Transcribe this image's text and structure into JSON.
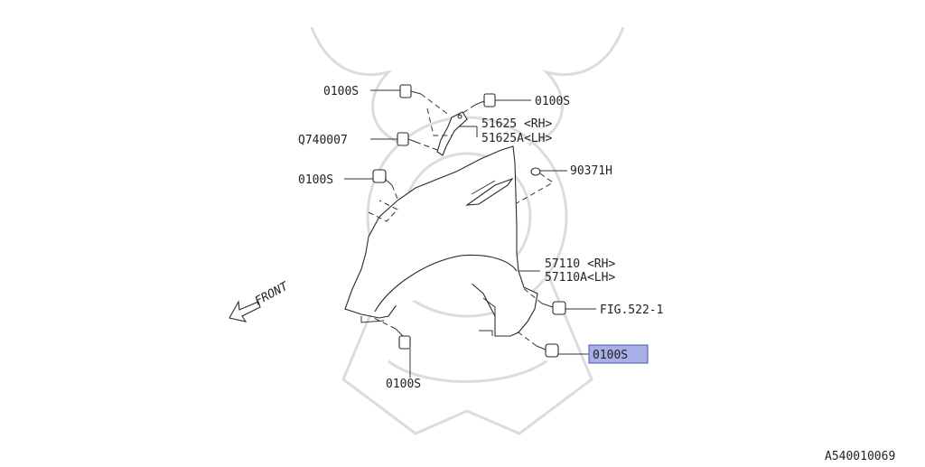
{
  "labels": {
    "bolt_top_left": "0100S",
    "bolt_top_right": "0100S",
    "bracket_rh": "51625 <RH>",
    "bracket_lh": "51625A<LH>",
    "nut": "Q740007",
    "bolt_left": "0100S",
    "clip": "90371H",
    "fender_rh": "57110 <RH>",
    "fender_lh": "57110A<LH>",
    "fig_ref": "FIG.522-1",
    "bolt_highlighted": "0100S",
    "bolt_bottom": "0100S",
    "front": "FRONT"
  },
  "image_id": "A540010069",
  "colors": {
    "highlight_fill": "#a8aee6",
    "highlight_border": "#4b55a8",
    "line": "#333333",
    "watermark": "#dcdcdc"
  }
}
